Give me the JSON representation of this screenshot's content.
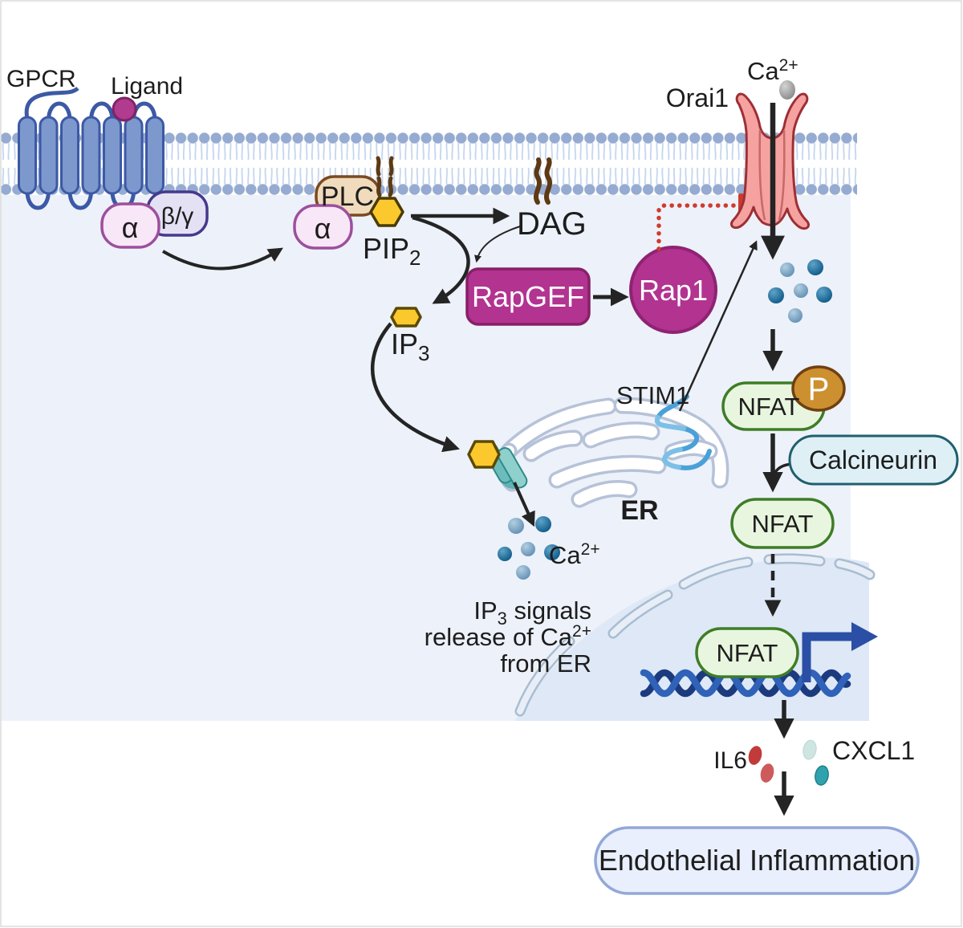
{
  "diagram_title": "GPCR to calcium NFAT signaling leading to endothelial inflammation",
  "labels": {
    "gpcr": "GPCR",
    "ligand": "Ligand",
    "alpha": "α",
    "beta_gamma": "β/γ",
    "alpha2": "α",
    "plc": "PLC",
    "pip2": {
      "base": "PIP",
      "sub": "2"
    },
    "dag": "DAG",
    "ip3": {
      "base": "IP",
      "sub": "3"
    },
    "rapgef": "RapGEF",
    "rap1": "Rap1",
    "orai1": "Orai1",
    "ca": {
      "base": "Ca",
      "sup": "2+"
    },
    "stim1": "STIM1",
    "er": "ER",
    "nfat": "NFAT",
    "phosphate": "P",
    "calcineurin": "Calcineurin",
    "il6": "IL6",
    "cxcl1": "CXCL1",
    "outcome": "Endothelial Inflammation"
  },
  "caption": {
    "line1": {
      "pre": "IP",
      "sub": "3",
      "post": " signals"
    },
    "line2": {
      "pre": "release of Ca",
      "sup": "2+"
    },
    "line3": "from ER"
  },
  "colors": {
    "background": "#ffffff",
    "cytoplasm": "#edf1f9",
    "nucleus": "#dee8f6",
    "membrane_head": "#96abd1",
    "membrane_tail": "#c3d5ee",
    "receptor_blue": "#7d98cc",
    "receptor_outline": "#3c59a6",
    "ligand_magenta": "#b13b8f",
    "alpha_fill": "#f8e7f7",
    "alpha_stroke": "#9c4f9c",
    "beta_gamma_fill": "#e4e1f4",
    "beta_gamma_stroke": "#45398c",
    "plc_fill": "#f0dbbc",
    "plc_stroke": "#7a4a21",
    "hexagon_yellow": "#fbc92d",
    "magenta": "#b23390",
    "channel_pink": "#f5a2a0",
    "channel_outline": "#9e2f35",
    "inhibit_red": "#cf3a2e",
    "calcium_dark": "#135e8c",
    "calcium_light": "#6795b8",
    "nfat_fill": "#e9f6df",
    "nfat_stroke": "#3e7d27",
    "phosphate_fill": "#cd9030",
    "phosphate_stroke": "#6f4012",
    "calcineurin_fill": "#def0f6",
    "calcineurin_stroke": "#1f5f6e",
    "er_outline": "#b6c2d8",
    "er_label": "#8fa5c4",
    "ip3_receptor_teal": "#6cbcbc",
    "stim1_blue": "#4aa0d8",
    "dna_dark": "#1c3a7e",
    "dna_light": "#2f62b8",
    "transcription_blue": "#2b4fa4",
    "il6_red": "#c23a3a",
    "cxcl1_teal": "#2fa3ad",
    "outcome_fill": "#e9effc",
    "outcome_stroke": "#93a8d8",
    "arrow_black": "#242424"
  }
}
